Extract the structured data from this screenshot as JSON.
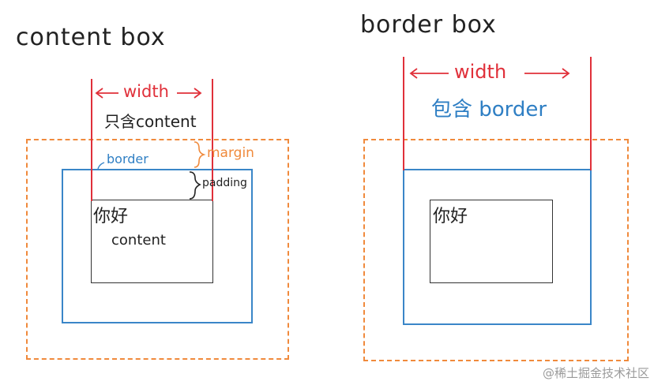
{
  "left": {
    "title": "content box",
    "width_label": "width",
    "width_note": "只含content",
    "border_label": "border",
    "margin_label": "margin",
    "padding_label": "padding",
    "content_heading": "你好",
    "content_label": "content"
  },
  "right": {
    "title": "border box",
    "width_label": "width",
    "width_note": "包含 border",
    "content_heading": "你好"
  },
  "watermark": "@稀土掘金技术社区",
  "colors": {
    "width": "#e0303a",
    "border": "#3a86c8",
    "margin": "#f08a3c",
    "content": "#333333"
  }
}
